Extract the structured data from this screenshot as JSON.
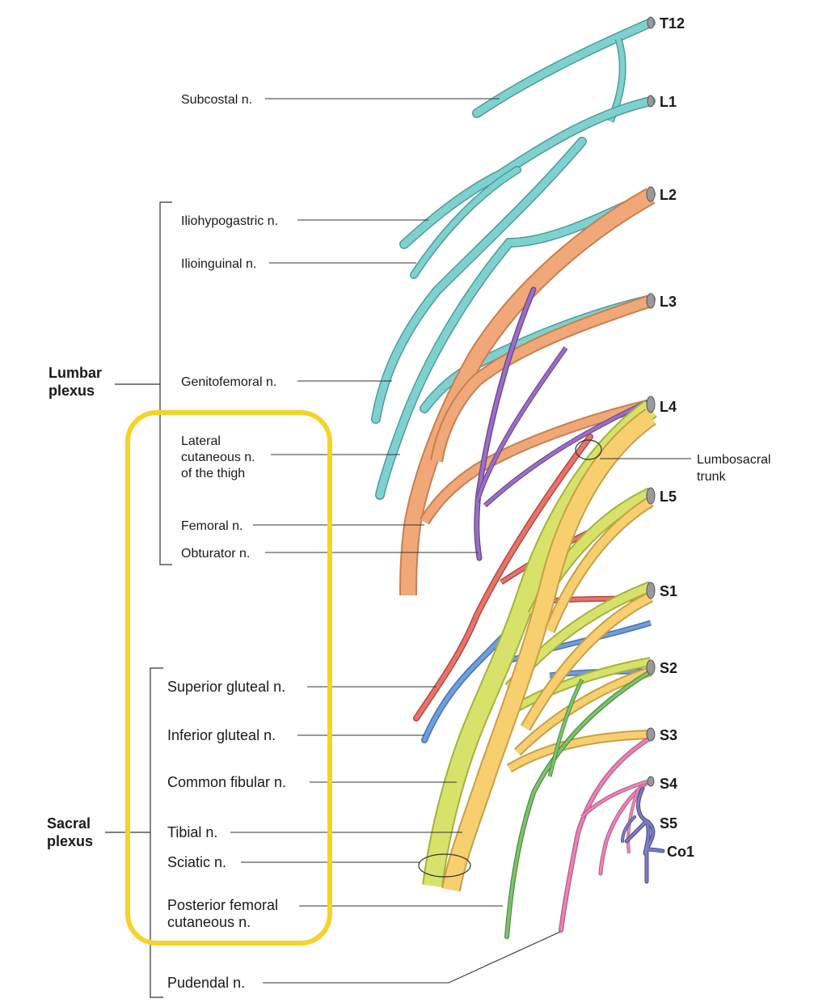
{
  "roots": [
    "T12",
    "L1",
    "L2",
    "L3",
    "L4",
    "L5",
    "S1",
    "S2",
    "S3",
    "S4",
    "S5",
    "Co1"
  ],
  "groups": {
    "lumbar": [
      "Lumbar",
      "plexus"
    ],
    "sacral": [
      "Sacral",
      "plexus"
    ]
  },
  "labels": {
    "subcostal": "Subcostal n.",
    "iliohypogastric": "Iliohypogastric n.",
    "ilioinguinal": "Ilioinguinal n.",
    "genitofemoral": "Genitofemoral n.",
    "lateral_cutaneous": [
      "Lateral",
      "cutaneous n.",
      "of the thigh"
    ],
    "femoral": "Femoral n.",
    "obturator": "Obturator n.",
    "lumbosacral_trunk": [
      "Lumbosacral",
      "trunk"
    ],
    "superior_gluteal": "Superior gluteal n.",
    "inferior_gluteal": "Inferior gluteal n.",
    "common_fibular": "Common fibular n.",
    "tibial": "Tibial n.",
    "sciatic": "Sciatic n.",
    "posterior_femoral": [
      "Posterior femoral",
      "cutaneous n."
    ],
    "pudendal": "Pudendal n."
  },
  "colors": {
    "subcostal_lumbar": "#7fd1cf",
    "femoral": "#f0a878",
    "obturator": "#9b6fc4",
    "common_fibular": "#d7e26a",
    "tibial": "#f7cf6e",
    "superior_gluteal": "#e8736a",
    "inferior_gluteal": "#6f9ee0",
    "posterior_femoral": "#7cc46a",
    "pudendal": "#e884b5",
    "coccygeal": "#7a7cc4",
    "highlight_box": "#f5d327"
  }
}
